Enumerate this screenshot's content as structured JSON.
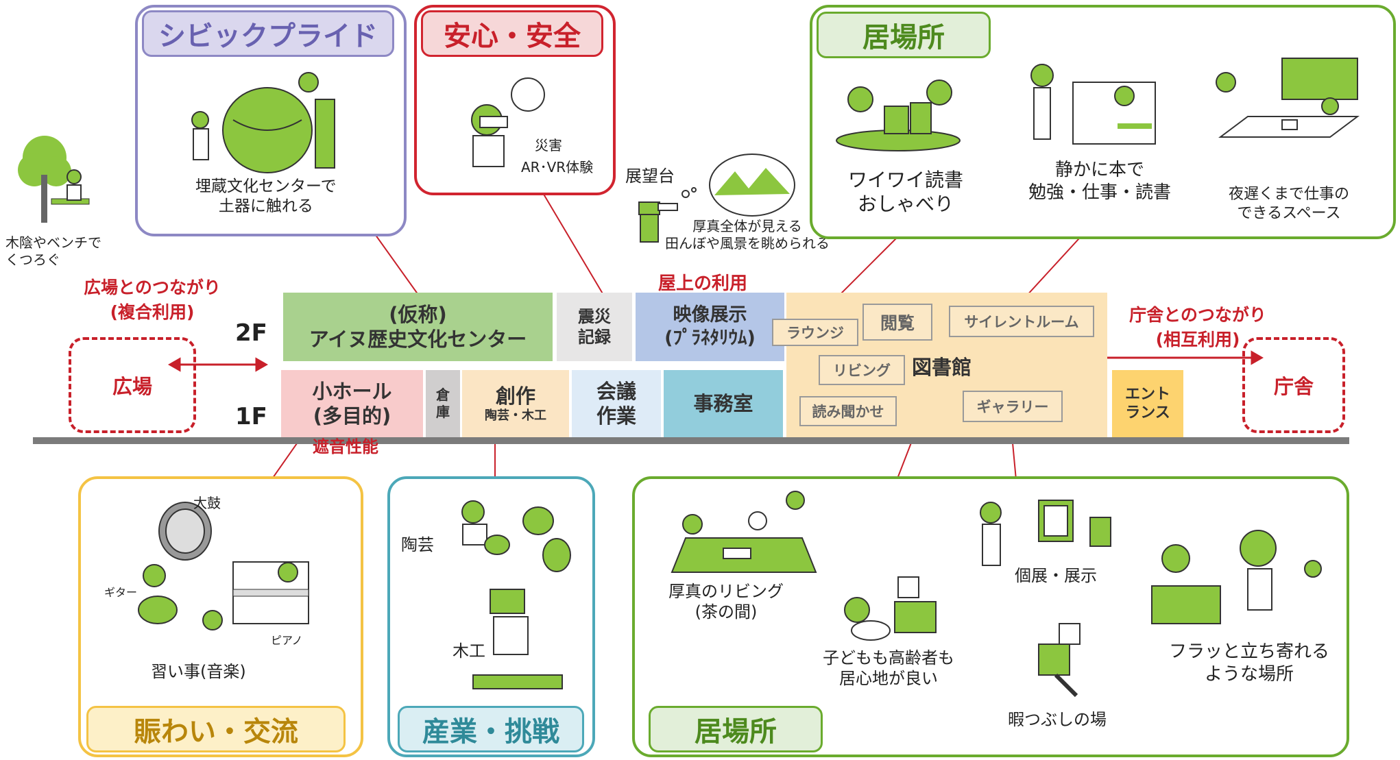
{
  "colors": {
    "purple": "#8d88c4",
    "red": "#d1242f",
    "green": "#6aab2e",
    "yellow": "#f4c344",
    "teal": "#4ca8b8",
    "fig_green": "#8cc63f",
    "connector_red": "#c8202a"
  },
  "floors": {
    "f2": "2F",
    "f1": "1F"
  },
  "rooms": {
    "ainu": [
      "(仮称)",
      "アイヌ歴史文化センター"
    ],
    "shinsai": [
      "震災",
      "記録"
    ],
    "eizo": [
      "映像展示",
      "(ﾌﾟﾗﾈﾀﾘｳﾑ)"
    ],
    "hall": [
      "小ホール",
      "(多目的)"
    ],
    "souko": [
      "倉",
      "庫"
    ],
    "sousaku": "創作",
    "sousaku_sub": "陶芸・木工",
    "kaigi": [
      "会議",
      "作業"
    ],
    "jimu": "事務室",
    "library": "図書館",
    "entrance": [
      "エント",
      "ランス"
    ]
  },
  "library_areas": {
    "lounge": "ラウンジ",
    "etsuran": "閲覧",
    "silent": "サイレントルーム",
    "living": "リビング",
    "yomikikase": "読み聞かせ",
    "gallery": "ギャラリー"
  },
  "places": {
    "hiroba": "広場",
    "chosha": "庁舎"
  },
  "connections": {
    "left": [
      "広場とのつながり",
      "(複合利用)"
    ],
    "right": [
      "庁舎とのつながり",
      "(相互利用)"
    ],
    "rooftop": "屋上の利用",
    "soundproof": "遮音性能"
  },
  "panels": {
    "civic": {
      "title": "シビックプライド",
      "caption": [
        "埋蔵文化センターで",
        "土器に触れる"
      ]
    },
    "safety": {
      "title": "安心・安全",
      "caption_bubble": "災害",
      "caption": "AR･VR体験"
    },
    "ibasho_top": {
      "title": "居場所",
      "captions": [
        [
          "ワイワイ読書",
          "おしゃべり"
        ],
        [
          "静かに本で",
          "勉強・仕事・読書"
        ],
        [
          "夜遅くまで仕事の",
          "できるスペース"
        ]
      ]
    },
    "nigiwai": {
      "title": "賑わい・交流",
      "labels": {
        "taiko": "太鼓",
        "guitar": "ギター",
        "piano": "ピアノ"
      },
      "caption": "習い事(音楽)"
    },
    "sangyo": {
      "title": "産業・挑戦",
      "labels": {
        "tougei": "陶芸",
        "mokkou": "木工"
      }
    },
    "ibasho_bottom": {
      "title": "居場所",
      "captions": {
        "living": [
          "厚真のリビング",
          "(茶の間)"
        ],
        "kids": [
          "子どもも高齢者も",
          "居心地が良い"
        ],
        "exhibit": "個展・展示",
        "casual": [
          "フラッと立ち寄れる",
          "ような場所"
        ],
        "leisure": "暇つぶしの場"
      }
    }
  },
  "free_labels": {
    "bench": [
      "木陰やベンチで",
      "くつろぐ"
    ],
    "observatory_title": "展望台",
    "observatory": [
      "厚真全体が見える",
      "田んぼや風景を眺められる"
    ]
  }
}
